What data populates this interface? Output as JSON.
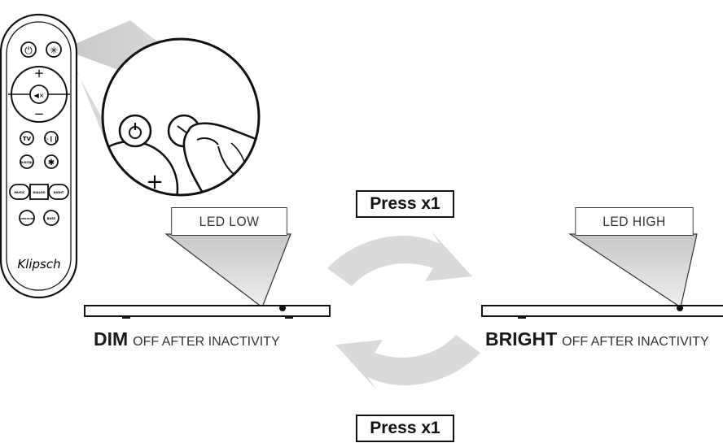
{
  "remote": {
    "brand": "Klipsch",
    "buttons": {
      "power": "⏻",
      "light": "✳",
      "vol_up": "+",
      "mute": "◀×",
      "vol_down": "−",
      "tv": "TV",
      "play_pause": "▷❙❙",
      "digital": "DIGITAL",
      "bluetooth": "✱",
      "music": "MUSIC",
      "dialog": "DIALOG",
      "night": "NIGHT",
      "surround": "SURROUND",
      "bass": "BASS"
    }
  },
  "states": {
    "dim": {
      "led_label": "LED LOW",
      "mode": "DIM",
      "detail": "OFF AFTER INACTIVITY"
    },
    "bright": {
      "led_label": "LED HIGH",
      "mode": "BRIGHT",
      "detail": "OFF AFTER INACTIVITY"
    }
  },
  "transitions": {
    "top_label": "Press x1",
    "bottom_label": "Press x1"
  },
  "colors": {
    "arrow": "#d9d9d9",
    "beam": "#cfcfcf",
    "outline": "#111111"
  }
}
